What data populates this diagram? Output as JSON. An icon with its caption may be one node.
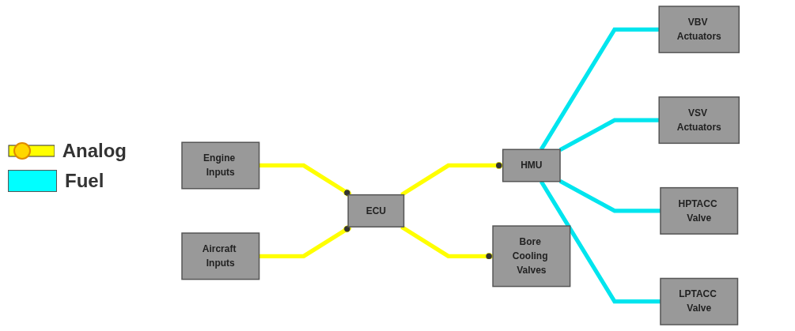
{
  "diagram": {
    "nodes": [
      {
        "text": [
          "Engine Inputs"
        ]
      },
      {
        "text": [
          "ECU"
        ]
      },
      {
        "text": [
          "HMU"
        ]
      },
      {
        "text": [
          "VBV Actuators"
        ]
      },
      {
        "text": [
          "VSV Actuators"
        ]
      },
      {
        "text": [
          "HPTACC Valve"
        ]
      },
      {
        "text": [
          "LPTACC Valve"
        ]
      },
      {
        "text": [
          "Aircraft Inputs"
        ]
      },
      {
        "text": [
          "Bore Cooling Valves"
        ]
      }
    ],
    "edges": [
      {
        "from": 0,
        "to": 1,
        "arrow": "other",
        "color": "#ffff00"
      },
      {
        "from": 1,
        "to": 2,
        "arrow": "other",
        "color": "#ffff00"
      },
      {
        "from": 2,
        "to": 3,
        "arrow": "none",
        "color": "#00e5ee"
      },
      {
        "from": 2,
        "to": 4,
        "arrow": "none",
        "color": "#00e5ee"
      },
      {
        "from": 2,
        "to": 5,
        "arrow": "none",
        "color": "#00e5ee"
      },
      {
        "from": 2,
        "to": 6,
        "arrow": "none",
        "color": "#00e5ee"
      },
      {
        "from": 7,
        "to": 1,
        "arrow": "other",
        "color": "#ffff00"
      },
      {
        "from": 1,
        "to": 8,
        "arrow": "other",
        "color": "#ffff00"
      }
    ],
    "legend": [
      {
        "text": "Analog"
      },
      {
        "text": "Fuel",
        "color": "#00ffff"
      }
    ]
  }
}
